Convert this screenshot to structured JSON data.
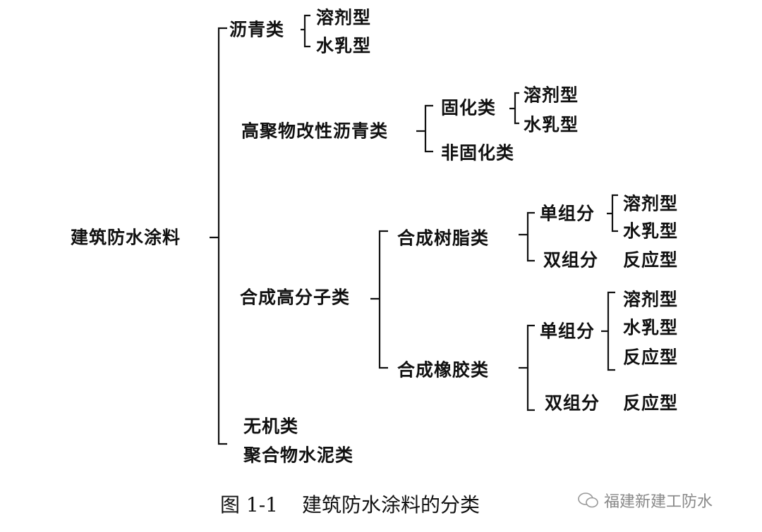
{
  "root": "建筑防水涂料",
  "level1": {
    "asphalt": "沥青类",
    "polymer_asphalt": "高聚物改性沥青类",
    "synthetic_polymer": "合成高分子类",
    "inorganic": "无机类",
    "polymer_cement": "聚合物水泥类"
  },
  "asphalt_children": [
    "溶剂型",
    "水乳型"
  ],
  "polymer_asphalt_children": {
    "cured": "固化类",
    "cured_children": [
      "溶剂型",
      "水乳型"
    ],
    "non_cured": "非固化类"
  },
  "synthetic_polymer_children": {
    "resin": "合成树脂类",
    "resin_single": "单组分",
    "resin_single_children": [
      "溶剂型",
      "水乳型"
    ],
    "resin_double": "双组分",
    "resin_double_child": "反应型",
    "rubber": "合成橡胶类",
    "rubber_single": "单组分",
    "rubber_single_children": [
      "溶剂型",
      "水乳型",
      "反应型"
    ],
    "rubber_double": "双组分",
    "rubber_double_child": "反应型"
  },
  "caption": {
    "figure": "图 1-1",
    "title": "建筑防水涂料的分类"
  },
  "watermark": "福建新建工防水"
}
